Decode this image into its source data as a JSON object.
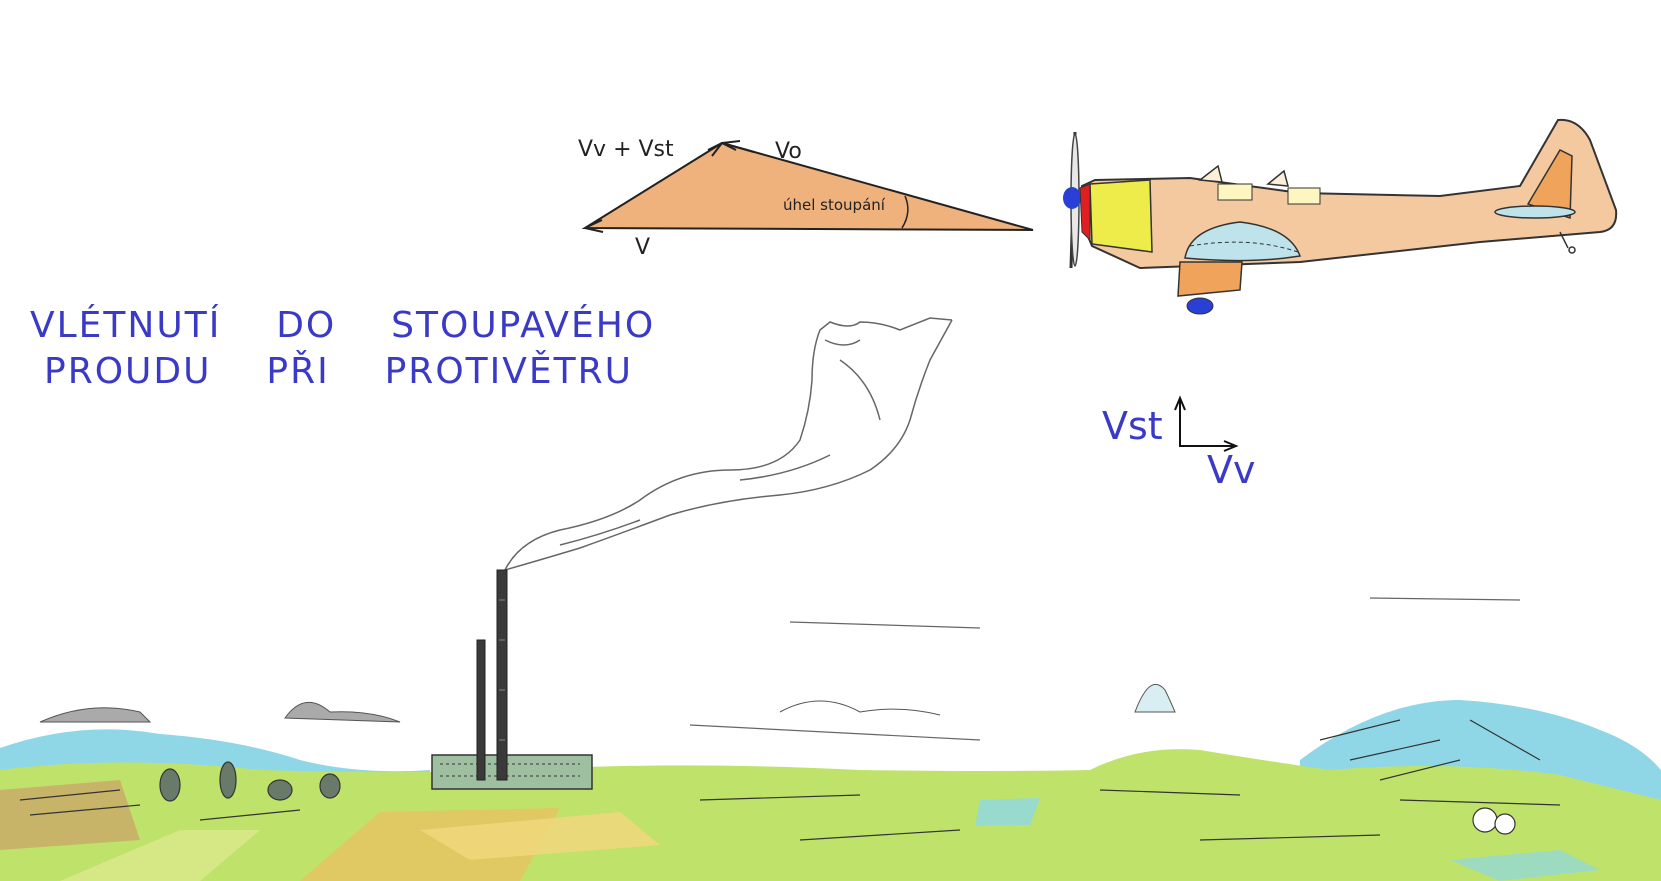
{
  "title": {
    "line1": "VLÉTNUTÍ  DO  STOUPAVÉHO",
    "line2": "PROUDU  PŘI  PROTIVĚTRU"
  },
  "triangle": {
    "label_vv_vst": "Vv + Vst",
    "label_vo": "Vo",
    "label_v": "V",
    "label_angle": "úhel stoupání"
  },
  "vectors": {
    "label_vst": "Vst",
    "label_vv": "Vv"
  },
  "colors": {
    "title_text": "#3a3ac6",
    "triangle_fill": "#f0b27d",
    "plane_body": "#f5c9a0",
    "plane_cowl": "#eeec4a",
    "plane_accent": "#f0a35a",
    "plane_canopy": "#bfe3ea",
    "water": "#8fd7e6",
    "grass": "#bfe36a"
  },
  "icons": [
    "airplane-icon",
    "chimney-icon",
    "smoke-plume-icon"
  ]
}
